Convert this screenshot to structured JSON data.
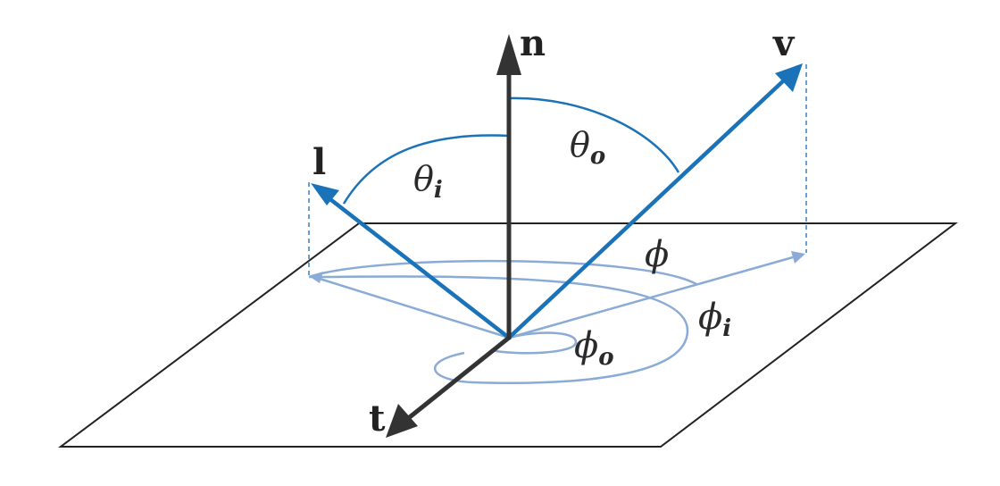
{
  "labels": {
    "normal": "n",
    "view": "v",
    "light": "l",
    "tangent": "t",
    "theta_o": "θ",
    "theta_o_sub": "o",
    "theta_i": "θ",
    "theta_i_sub": "i",
    "phi": "ϕ",
    "phi_i": "ϕ",
    "phi_i_sub": "i",
    "phi_o": "ϕ",
    "phi_o_sub": "o"
  },
  "colors": {
    "dark_vector": "#333333",
    "blue_vector": "#1a73b8",
    "light_blue": "#8aabd6",
    "plane_outline": "#222222"
  }
}
